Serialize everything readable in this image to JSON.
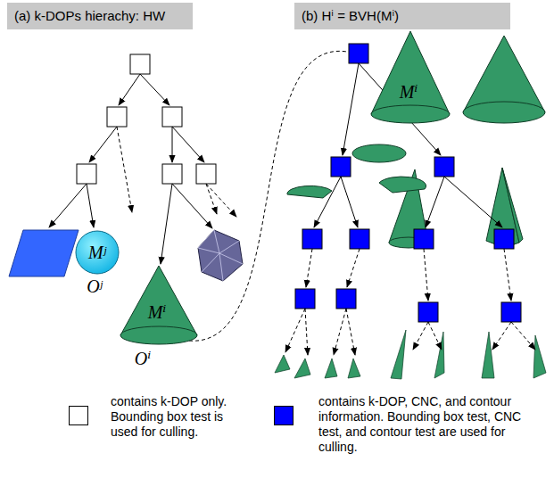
{
  "diagram": {
    "nodes": [
      {
        "text": [
          "(a) k-DOPs hierachy: HW"
        ]
      },
      {
        "text": [
          "(b) Hⁱ = BVH(Mⁱ)"
        ]
      },
      {
        "text": [
          "Mʲ",
          "Oʲ"
        ]
      },
      {
        "text": [
          "Mⁱ",
          "Oⁱ"
        ]
      },
      {
        "text": [
          "Mⁱ"
        ]
      }
    ],
    "legend": [
      {
        "text": "contains k-DOP only. Bounding box test is used for culling.",
        "color": "#ffffff"
      },
      {
        "text": "contains k-DOP, CNC, and contour information. Bounding box test, CNC test, and contour test are used for culling.",
        "color": "#0000ff"
      }
    ]
  }
}
